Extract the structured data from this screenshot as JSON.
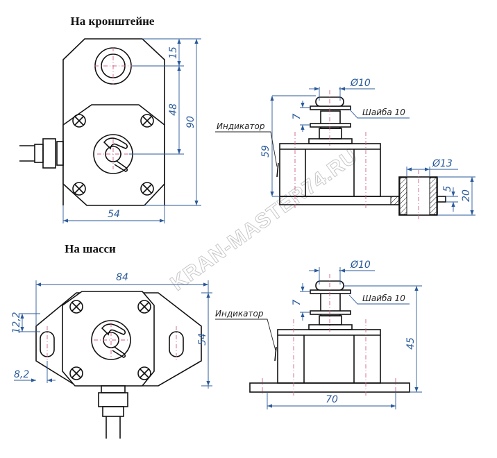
{
  "titles": {
    "bracket": "На кронштейне",
    "chassis": "На шасси"
  },
  "bracket_view": {
    "dim_top": "15",
    "dim_center": "48",
    "dim_height": "90",
    "dim_width": "54"
  },
  "bracket_side": {
    "dim_shaft": "Ø10",
    "dim_washer_gap": "7",
    "washer_label": "Шайба 10",
    "indicator_label": "Индикатор",
    "dim_height": "59",
    "dim_bushing": "Ø13",
    "dim_offset": "5",
    "dim_bushing_height": "20"
  },
  "chassis_view": {
    "dim_width": "84",
    "dim_slot": "12,2",
    "dim_edge": "8,2",
    "dim_height": "54"
  },
  "chassis_side": {
    "dim_shaft": "Ø10",
    "dim_washer_gap": "7",
    "washer_label": "Шайба 10",
    "indicator_label": "Индикатор",
    "dim_height": "45",
    "dim_base": "70"
  },
  "watermark": "KRAN-MASTER74.RU"
}
